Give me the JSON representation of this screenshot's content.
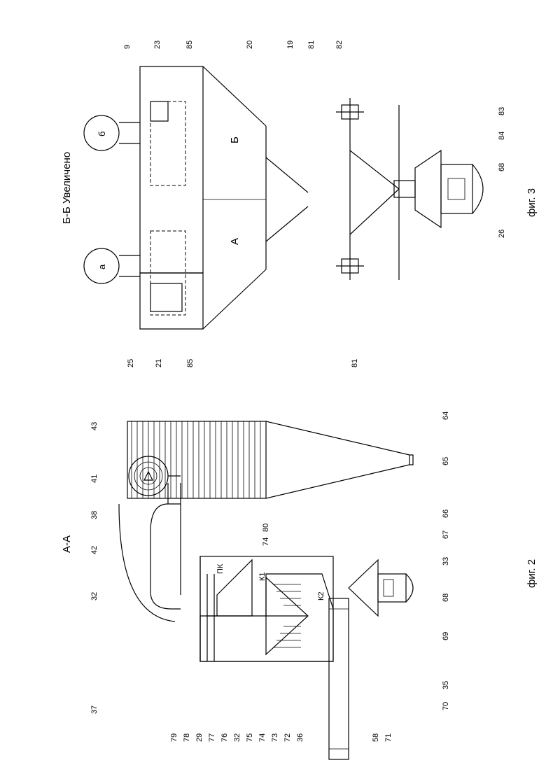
{
  "fig2": {
    "caption": "фиг. 2",
    "section_title": "А-А",
    "inner_labels": {
      "pk": "ПК",
      "k1": "К1",
      "k2": "К2"
    },
    "refs": {
      "r43": "43",
      "r41": "41",
      "r38": "38",
      "r42": "42",
      "r32a": "32",
      "r37": "37",
      "r79": "79",
      "r78": "78",
      "r29": "29",
      "r77": "77",
      "r76": "76",
      "r32b": "32",
      "r75": "75",
      "r74a": "74",
      "r73": "73",
      "r72": "72",
      "r36": "36",
      "r58": "58",
      "r71": "71",
      "r70": "70",
      "r35": "35",
      "r69": "69",
      "r68": "68",
      "r33": "33",
      "r67": "67",
      "r66": "66",
      "r65": "65",
      "r64": "64",
      "r74b": "74",
      "r80": "80"
    }
  },
  "fig3": {
    "caption": "фиг. 3",
    "section_title": "Б-Б Увеличено",
    "inner_labels": {
      "a": "А",
      "b": "Б",
      "motor_a": "а",
      "motor_b": "б"
    },
    "refs": {
      "r9": "9",
      "r23": "23",
      "r85a": "85",
      "r20": "20",
      "r19": "19",
      "r81a": "81",
      "r82": "82",
      "r83": "83",
      "r84": "84",
      "r68": "68",
      "r26": "26",
      "r81b": "81",
      "r85b": "85",
      "r21": "21",
      "r25": "25"
    }
  }
}
